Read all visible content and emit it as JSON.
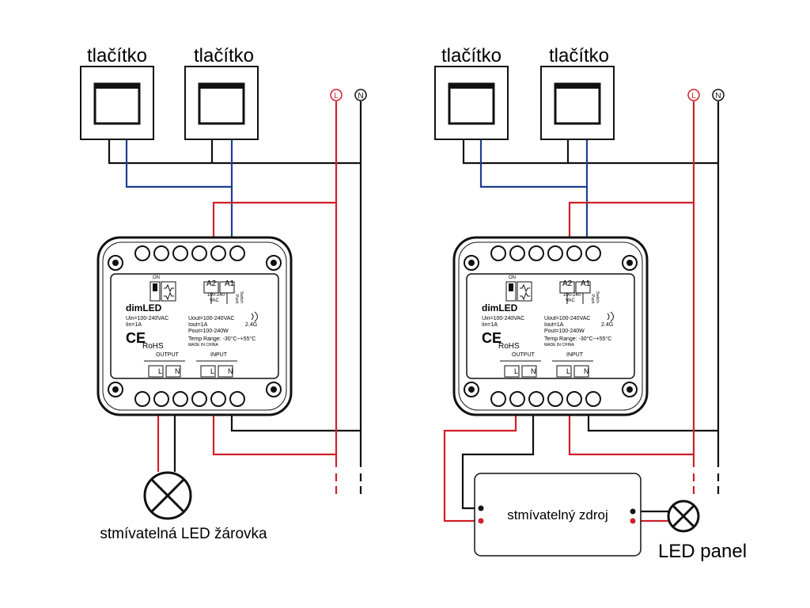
{
  "buttons": {
    "label": "tlačítko"
  },
  "terminals": {
    "live": "L",
    "neutral": "N"
  },
  "device": {
    "brand": "dimLED",
    "switch_on": "ON",
    "input_spec_1": "Uin=100-240VAC",
    "input_spec_2": "Iin=1A",
    "output_spec_1": "Uout=100-240VAC",
    "output_spec_2": "Iout=1A",
    "output_spec_3": "Pout=100-240W",
    "temp_range": "Temp Range: -30°C~+55°C",
    "made_in": "MADE IN CHINA",
    "rf": "2.4G",
    "ce": "CE",
    "rohs": "RoHS",
    "a2": "A2",
    "a1": "A1",
    "vac_1": "100-240",
    "vac_2": "VAC",
    "push_1": "Push",
    "push_2": "Switch",
    "output_label": "OUTPUT",
    "input_label": "INPUT",
    "term_l": "L",
    "term_n": "N"
  },
  "left": {
    "load_label": "stmívatelná LED žárovka"
  },
  "right": {
    "driver_label": "stmívatelný zdroj",
    "load_label": "LED panel"
  },
  "colors": {
    "live": "#d0202a",
    "neutral": "#111111",
    "switch": "#1f3d91"
  }
}
